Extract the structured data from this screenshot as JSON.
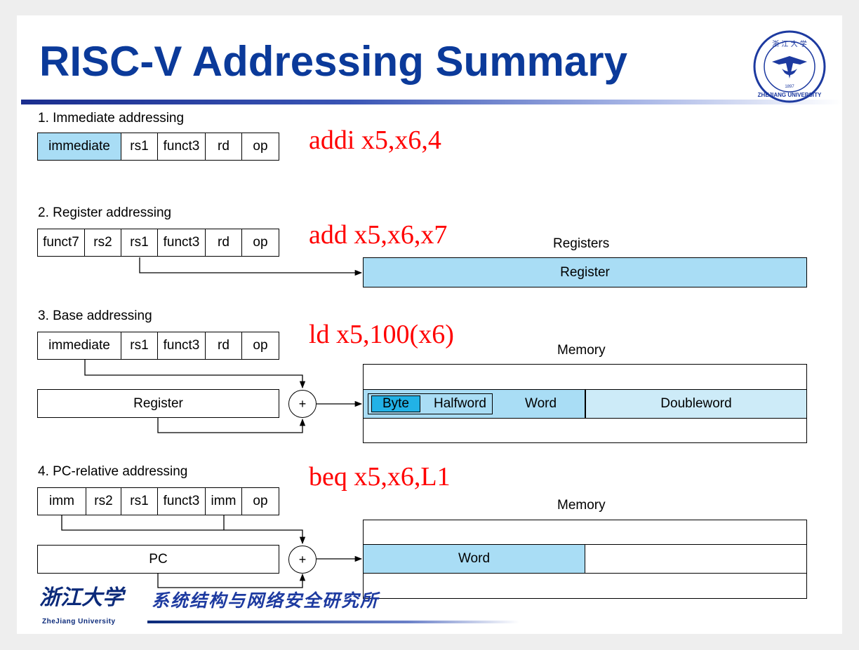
{
  "title": "RISC-V Addressing Summary",
  "colors": {
    "title": "#0b3a9a",
    "highlight": "#a9ddf5",
    "instruction": "#ff0000"
  },
  "sections": [
    {
      "label": "1.  Immediate addressing",
      "instruction": "addi x5,x6,4",
      "fields": [
        "immediate",
        "rs1",
        "funct3",
        "rd",
        "op"
      ]
    },
    {
      "label": "2. Register addressing",
      "instruction": "add x5,x6,x7",
      "fields": [
        "funct7",
        "rs2",
        "rs1",
        "funct3",
        "rd",
        "op"
      ],
      "target_caption": "Registers",
      "target_box": "Register"
    },
    {
      "label": "3.  Base addressing",
      "instruction": "ld x5,100(x6)",
      "fields": [
        "immediate",
        "rs1",
        "funct3",
        "rd",
        "op"
      ],
      "source_box": "Register",
      "adder": "+",
      "memory_caption": "Memory",
      "memory_cells": [
        "Byte",
        "Halfword",
        "Word",
        "Doubleword"
      ]
    },
    {
      "label": "4.  PC-relative addressing",
      "instruction": "beq x5,x6,L1",
      "fields": [
        "imm",
        "rs2",
        "rs1",
        "funct3",
        "imm",
        "op"
      ],
      "source_box": "PC",
      "adder": "+",
      "memory_caption": "Memory",
      "memory_cells": [
        "Word"
      ]
    }
  ],
  "footer": {
    "university_cn": "浙江大学",
    "university_en": "ZheJiang University",
    "lab": "系统结构与网络安全研究所"
  },
  "logo_text": "ZHEJIANG UNIVERSITY"
}
